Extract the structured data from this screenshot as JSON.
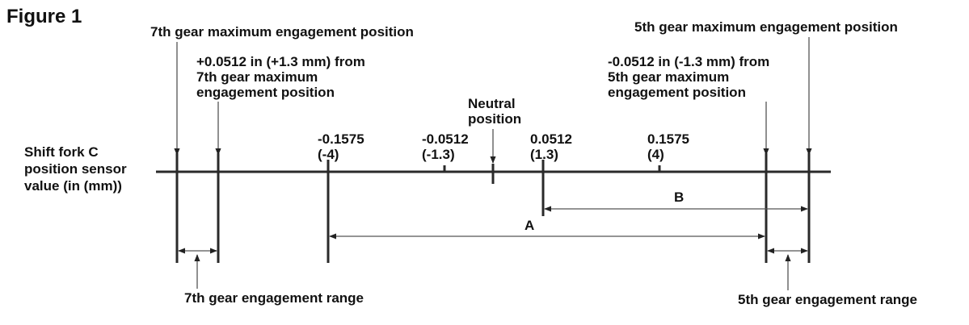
{
  "figure_title": "Figure 1",
  "axis_label": [
    "Shift fork C",
    "position sensor",
    "value (in (mm))"
  ],
  "gear7_max_label": "7th gear maximum engagement position",
  "gear7_offset_label": [
    "+0.0512 in (+1.3 mm) from",
    "7th gear maximum",
    "engagement position"
  ],
  "gear5_max_label": "5th gear maximum engagement position",
  "gear5_offset_label": [
    "-0.0512 in (-1.3 mm) from",
    "5th gear maximum",
    "engagement position"
  ],
  "neutral_label": [
    "Neutral",
    "position"
  ],
  "ticks": [
    {
      "in": "-0.1575",
      "mm": "(-4)"
    },
    {
      "in": "-0.0512",
      "mm": "(-1.3)"
    },
    {
      "in": "0.0512",
      "mm": "(1.3)"
    },
    {
      "in": "0.1575",
      "mm": "(4)"
    }
  ],
  "range_a_label": "A",
  "range_b_label": "B",
  "gear7_range_label": "7th gear engagement range",
  "gear5_range_label": "5th gear engagement range"
}
